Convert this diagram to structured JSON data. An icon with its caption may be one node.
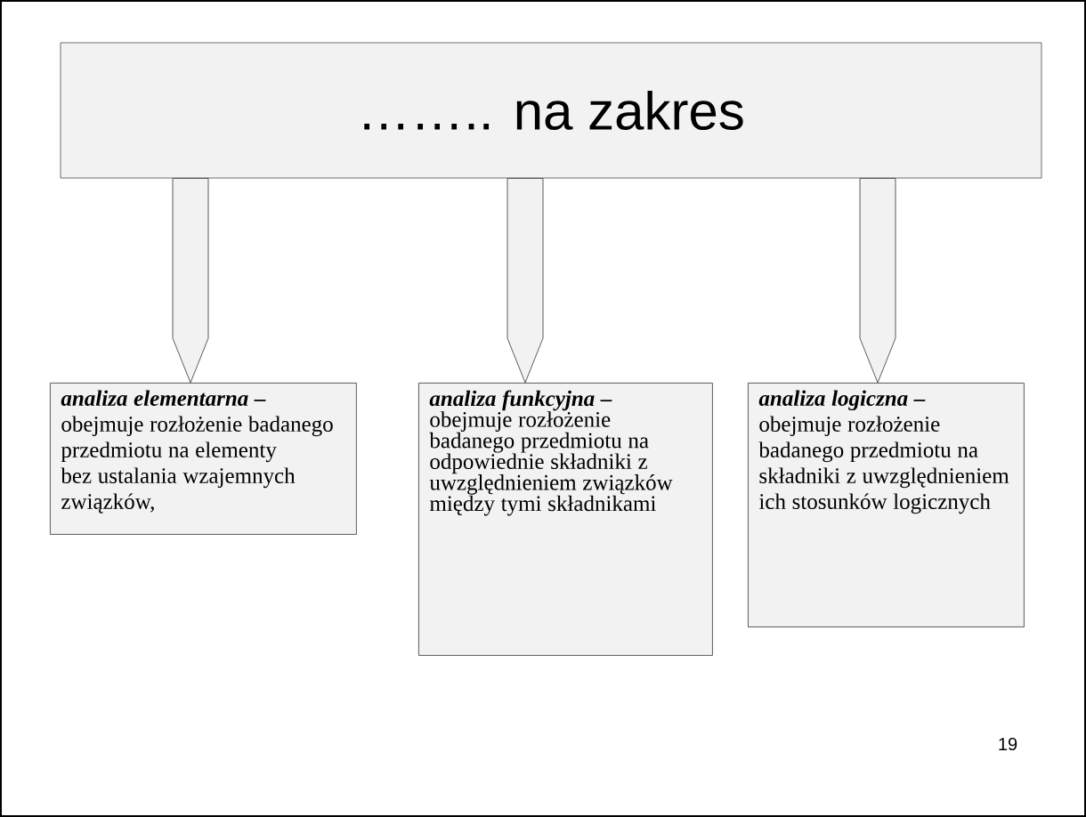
{
  "diagram": {
    "nodes": [
      {
        "text": [
          "…….. na zakres"
        ]
      },
      {
        "text": [
          "analiza elementarna –",
          "obejmuje rozłożenie badanego przedmiotu na elementy bez ustalania wzajemnych związków,"
        ]
      },
      {
        "text": [
          "analiza funkcyjna –",
          "obejmuje rozłożenie badanego przedmiotu na odpowiednie składniki z uwzględnieniem związków między tymi składnikami"
        ]
      },
      {
        "text": [
          "analiza logiczna –",
          "obejmuje rozłożenie badanego przedmiotu na składniki z uwzględnieniem ich stosunków logicznych"
        ]
      }
    ],
    "edges": [
      {
        "from": 0,
        "to": 1,
        "arrow": "to"
      },
      {
        "from": 0,
        "to": 2,
        "arrow": "to"
      },
      {
        "from": 0,
        "to": 3,
        "arrow": "to"
      }
    ],
    "labels": [
      "19"
    ]
  }
}
